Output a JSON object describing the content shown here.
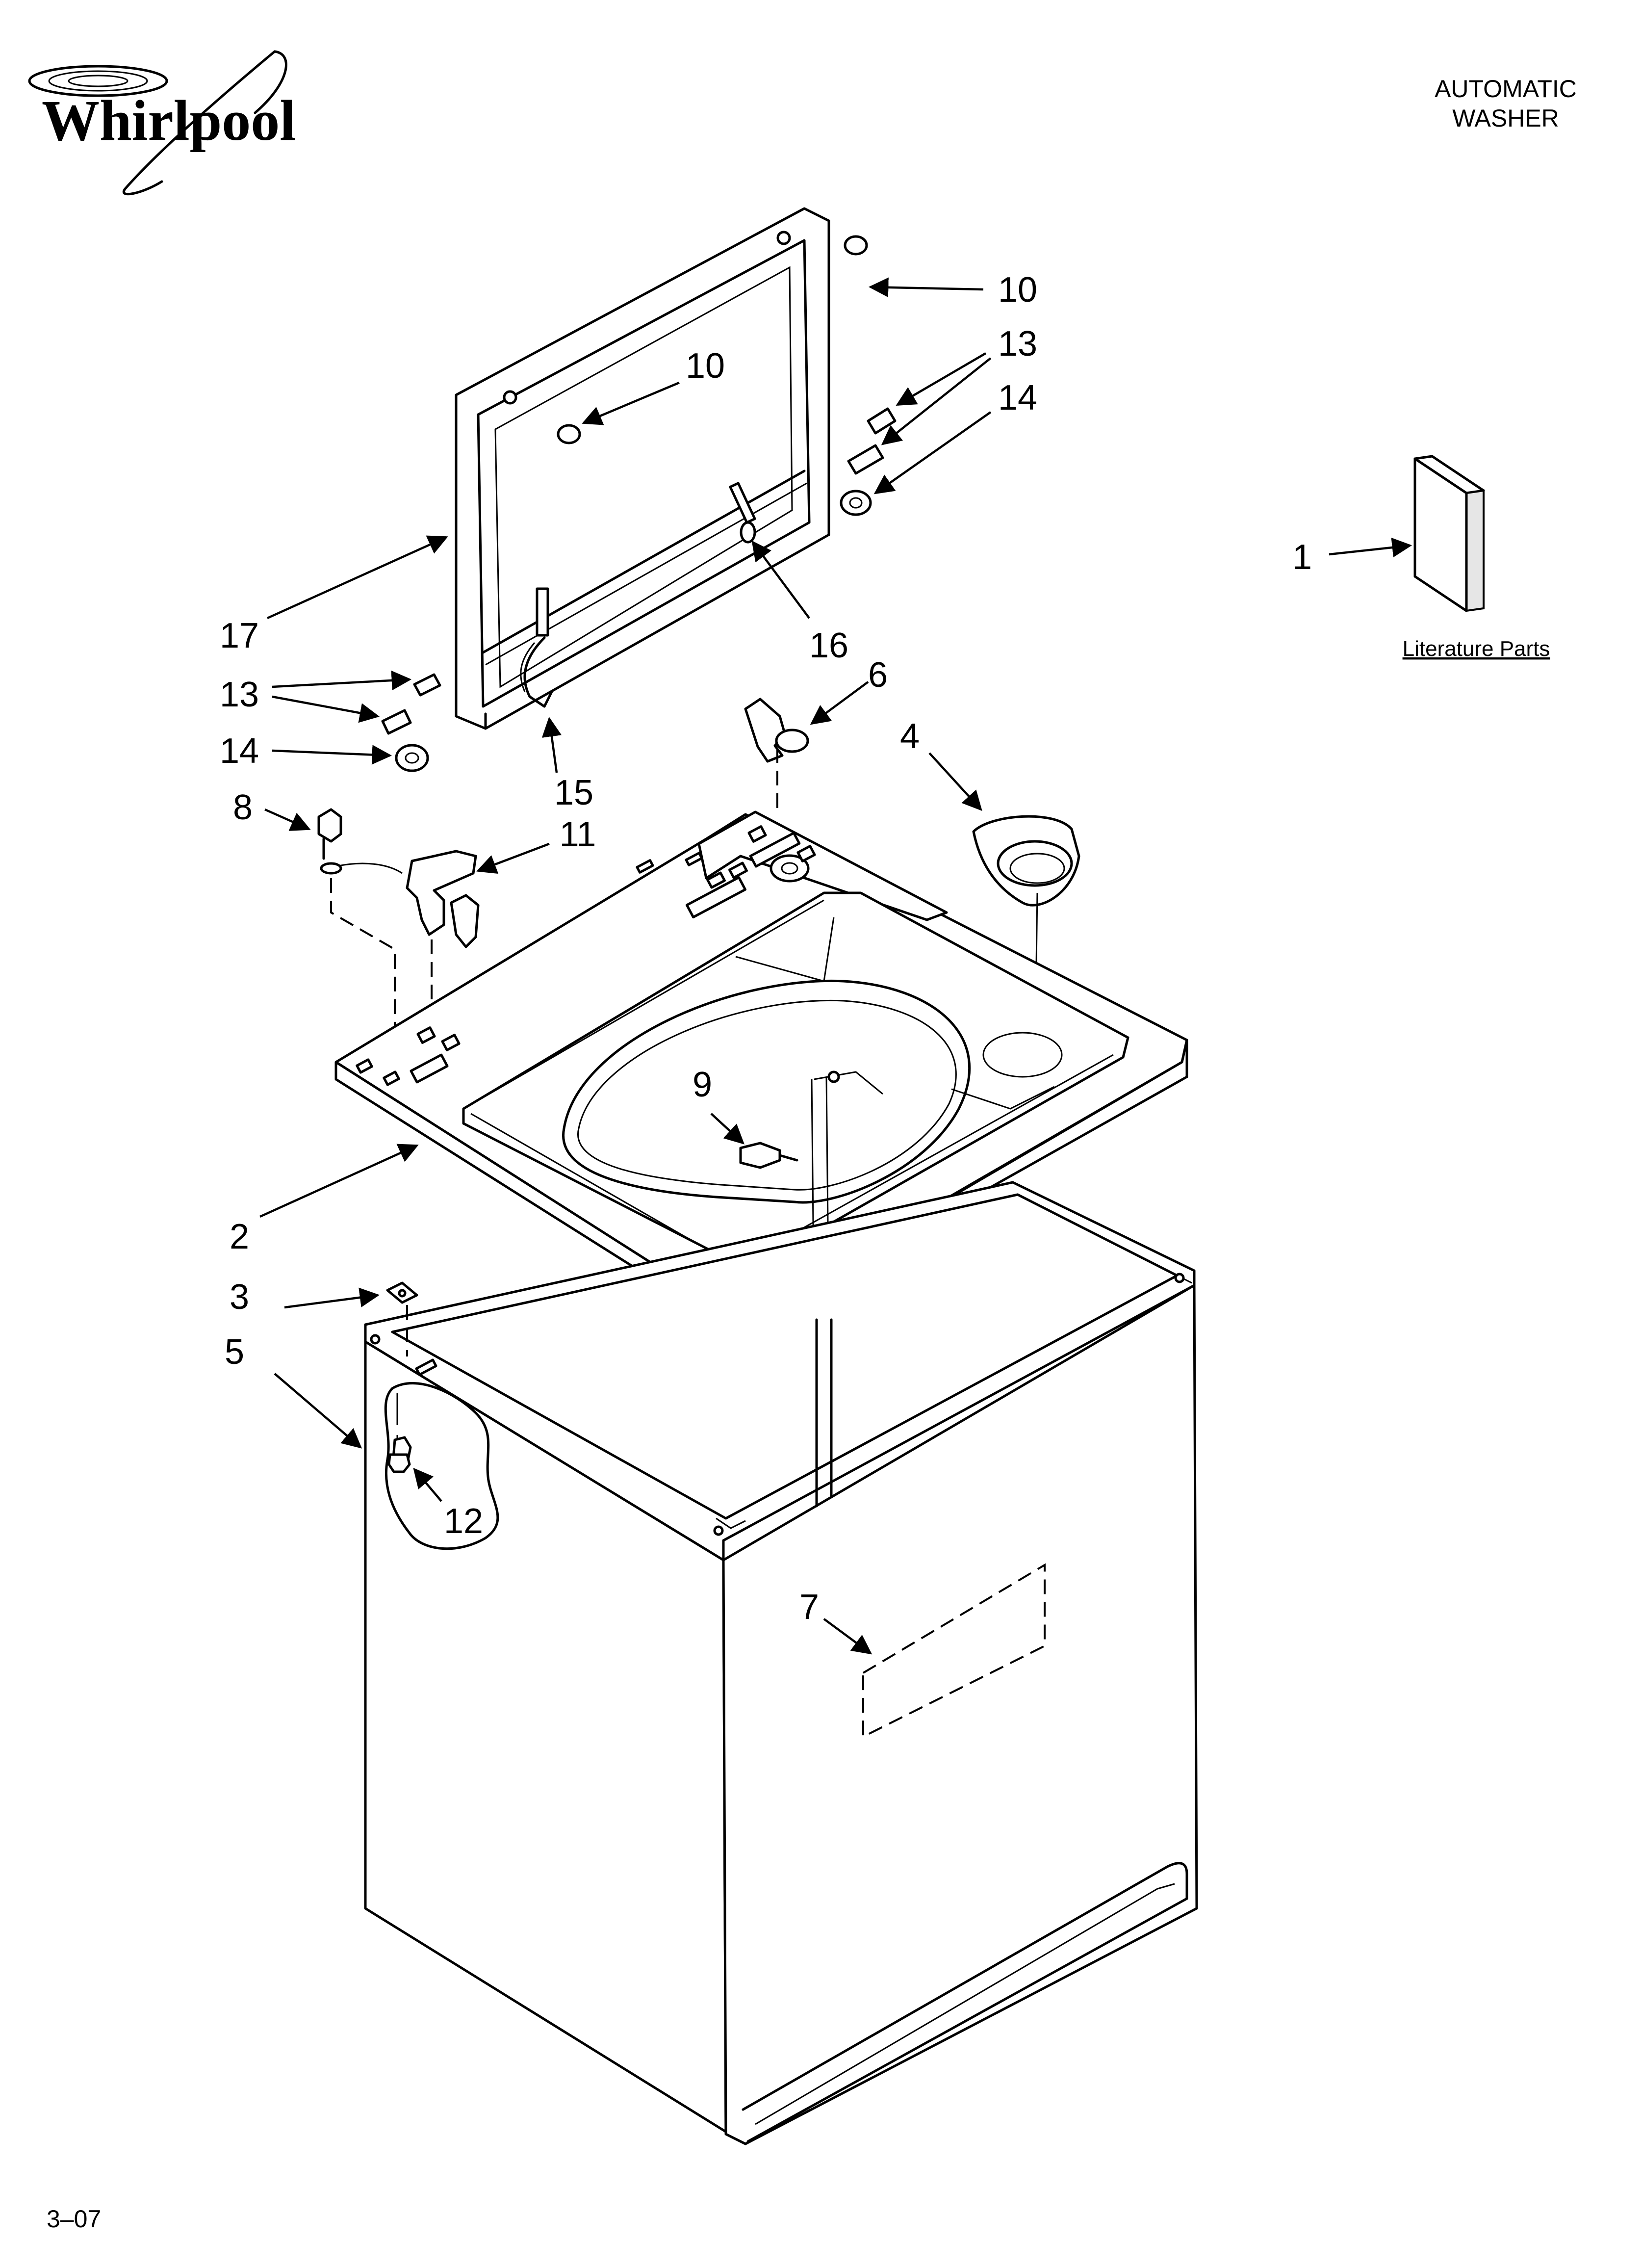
{
  "header": {
    "brand": "Whirlpool",
    "title_line1": "AUTOMATIC",
    "title_line2": "WASHER"
  },
  "footer": {
    "code": "3–07"
  },
  "literature": {
    "caption": "Literature Parts"
  },
  "callouts": {
    "c1": "1",
    "c2": "2",
    "c3": "3",
    "c4": "4",
    "c5": "5",
    "c6": "6",
    "c7": "7",
    "c8": "8",
    "c9": "9",
    "c10a": "10",
    "c10b": "10",
    "c11": "11",
    "c12": "12",
    "c13a": "13",
    "c13b": "13",
    "c14a": "14",
    "c14b": "14",
    "c15": "15",
    "c16": "16",
    "c17": "17"
  }
}
